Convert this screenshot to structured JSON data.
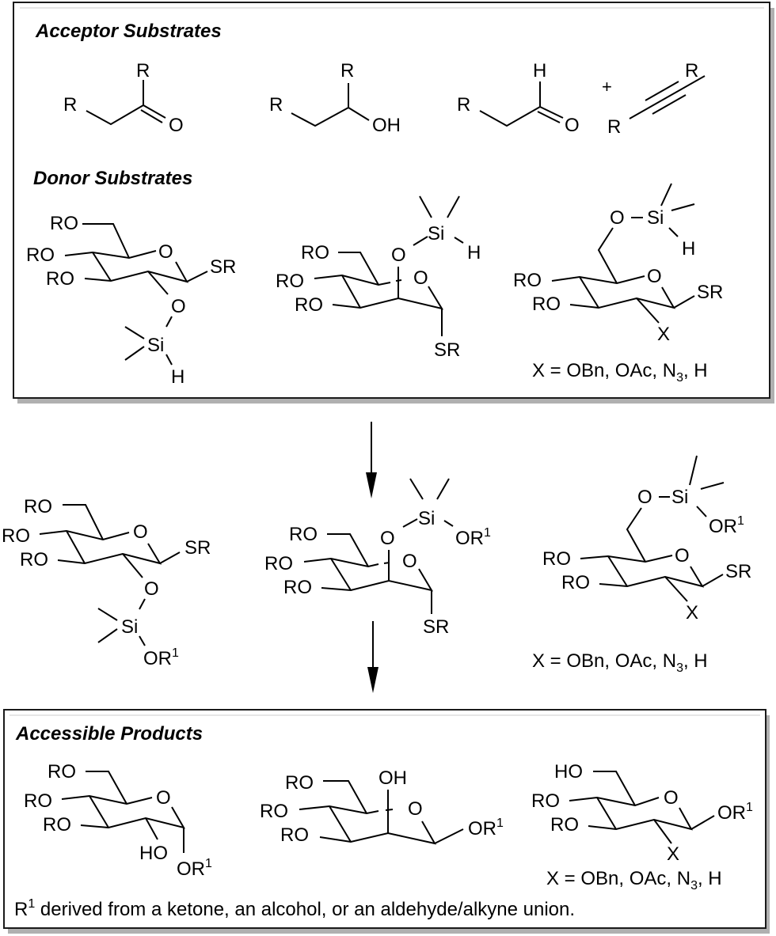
{
  "acceptor_box": {
    "heading": "Acceptor Substrates",
    "ketone": {
      "r_top": "R",
      "r_left": "R",
      "o": "O"
    },
    "alcohol": {
      "r_top": "R",
      "r_left": "R",
      "oh": "OH"
    },
    "aldehyde": {
      "h": "H",
      "r_left": "R",
      "o": "O"
    },
    "plus": "+",
    "alkyne": {
      "r_right": "R",
      "r_left": "R"
    }
  },
  "donor_box": {
    "heading": "Donor Substrates",
    "donor1": {
      "ro6": "RO",
      "ro4": "RO",
      "ro3": "RO",
      "ring_o": "O",
      "sr": "SR",
      "o2": "O",
      "si": "Si",
      "h": "H"
    },
    "donor2": {
      "ro6": "RO",
      "ro4": "RO",
      "ro3": "RO",
      "o2": "O",
      "ring_o": "O",
      "si": "Si",
      "h": "H",
      "sr": "SR"
    },
    "donor3": {
      "o6": "O",
      "si": "Si",
      "h": "H",
      "ro4": "RO",
      "ro3": "RO",
      "ring_o": "O",
      "sr": "SR",
      "x": "X"
    },
    "x_def": {
      "prefix": "X = OBn, OAc, N",
      "sub": "3",
      "suffix": ", H"
    }
  },
  "intermediates": {
    "int1": {
      "ro6": "RO",
      "ro4": "RO",
      "ro3": "RO",
      "ring_o": "O",
      "sr": "SR",
      "o2": "O",
      "si": "Si",
      "or1": "OR",
      "or1_sup": "1"
    },
    "int2": {
      "ro6": "RO",
      "ro4": "RO",
      "ro3": "RO",
      "o2": "O",
      "ring_o": "O",
      "si": "Si",
      "or1": "OR",
      "or1_sup": "1",
      "sr": "SR"
    },
    "int3": {
      "o6": "O",
      "si": "Si",
      "or1": "OR",
      "or1_sup": "1",
      "ro4": "RO",
      "ro3": "RO",
      "ring_o": "O",
      "sr": "SR",
      "x": "X"
    },
    "x_def": {
      "prefix": "X = OBn, OAc, N",
      "sub": "3",
      "suffix": ", H"
    }
  },
  "products_box": {
    "heading": "Accessible Products",
    "prod1": {
      "ro6": "RO",
      "ro4": "RO",
      "ro3": "RO",
      "ring_o": "O",
      "ho": "HO",
      "or1": "OR",
      "or1_sup": "1"
    },
    "prod2": {
      "ro6": "RO",
      "ro4": "RO",
      "ro3": "RO",
      "oh": "OH",
      "ring_o": "O",
      "or1": "OR",
      "or1_sup": "1"
    },
    "prod3": {
      "ho6": "HO",
      "ro4": "RO",
      "ro3": "RO",
      "ring_o": "O",
      "or1": "OR",
      "or1_sup": "1",
      "x": "X"
    },
    "x_def": {
      "prefix": "X = OBn, OAc, N",
      "sub": "3",
      "suffix": ", H"
    },
    "footnote": {
      "r": "R",
      "sup": "1",
      "text": " derived from a ketone, an alcohol, or an aldehyde/alkyne union."
    }
  }
}
